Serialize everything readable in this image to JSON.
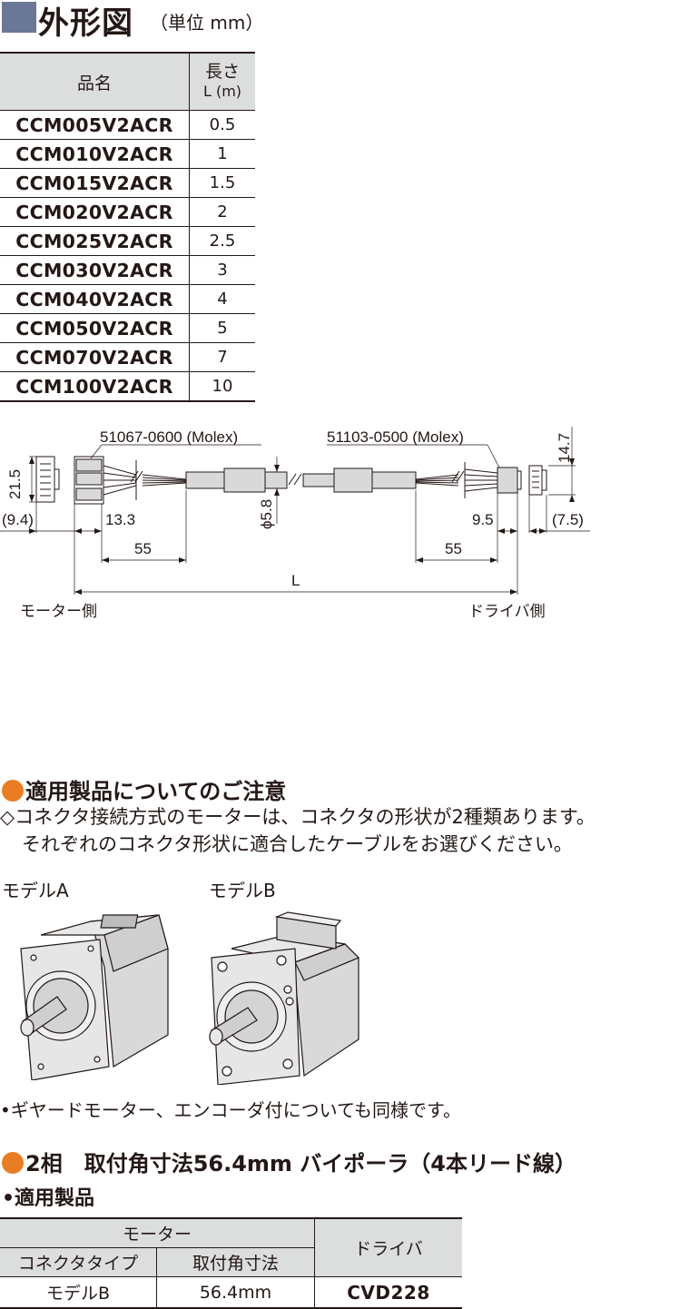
{
  "header": {
    "title": "外形図",
    "unit": "（単位 mm）",
    "accent_color": "#6b7796"
  },
  "cable_table": {
    "headers": {
      "name": "品名",
      "length_top": "長さ",
      "length_bottom": "L (m)"
    },
    "rows": [
      {
        "name": "CCM005V2ACR",
        "length": "0.5"
      },
      {
        "name": "CCM010V2ACR",
        "length": "1"
      },
      {
        "name": "CCM015V2ACR",
        "length": "1.5"
      },
      {
        "name": "CCM020V2ACR",
        "length": "2"
      },
      {
        "name": "CCM025V2ACR",
        "length": "2.5"
      },
      {
        "name": "CCM030V2ACR",
        "length": "3"
      },
      {
        "name": "CCM040V2ACR",
        "length": "4"
      },
      {
        "name": "CCM050V2ACR",
        "length": "5"
      },
      {
        "name": "CCM070V2ACR",
        "length": "7"
      },
      {
        "name": "CCM100V2ACR",
        "length": "10"
      }
    ]
  },
  "diagram": {
    "connector_left": "51067-0600 (Molex)",
    "connector_right": "51103-0500 (Molex)",
    "dim_21_5": "21.5",
    "dim_9_4": "(9.4)",
    "dim_13_3": "13.3",
    "dim_55_left": "55",
    "dim_phi": "ϕ5.8",
    "dim_9_5": "9.5",
    "dim_55_right": "55",
    "dim_14_7": "14.7",
    "dim_7_5": "(7.5)",
    "dim_L": "L",
    "motor_side": "モーター側",
    "driver_side": "ドライバ側"
  },
  "notes": {
    "section_title": "適用製品についてのご注意",
    "line1": "◇コネクタ接続方式のモーターは、コネクタの形状が2種類あります。",
    "line2": "それぞれのコネクタ形状に適合したケーブルをお選びください。",
    "model_a": "モデルA",
    "model_b": "モデルB",
    "bullet": "•ギヤードモーター、エンコーダ付についても同様です。",
    "dot_color": "#ea7c22"
  },
  "applicable": {
    "section_title": "2相　取付角寸法56.4mm バイポーラ（4本リード線）",
    "sub_title": "•適用製品",
    "table": {
      "motor_header": "モーター",
      "driver_header": "ドライバ",
      "connector_type_header": "コネクタタイプ",
      "mount_size_header": "取付角寸法",
      "row": {
        "connector_type": "モデルB",
        "mount_size": "56.4mm",
        "driver": "CVD228"
      }
    }
  }
}
